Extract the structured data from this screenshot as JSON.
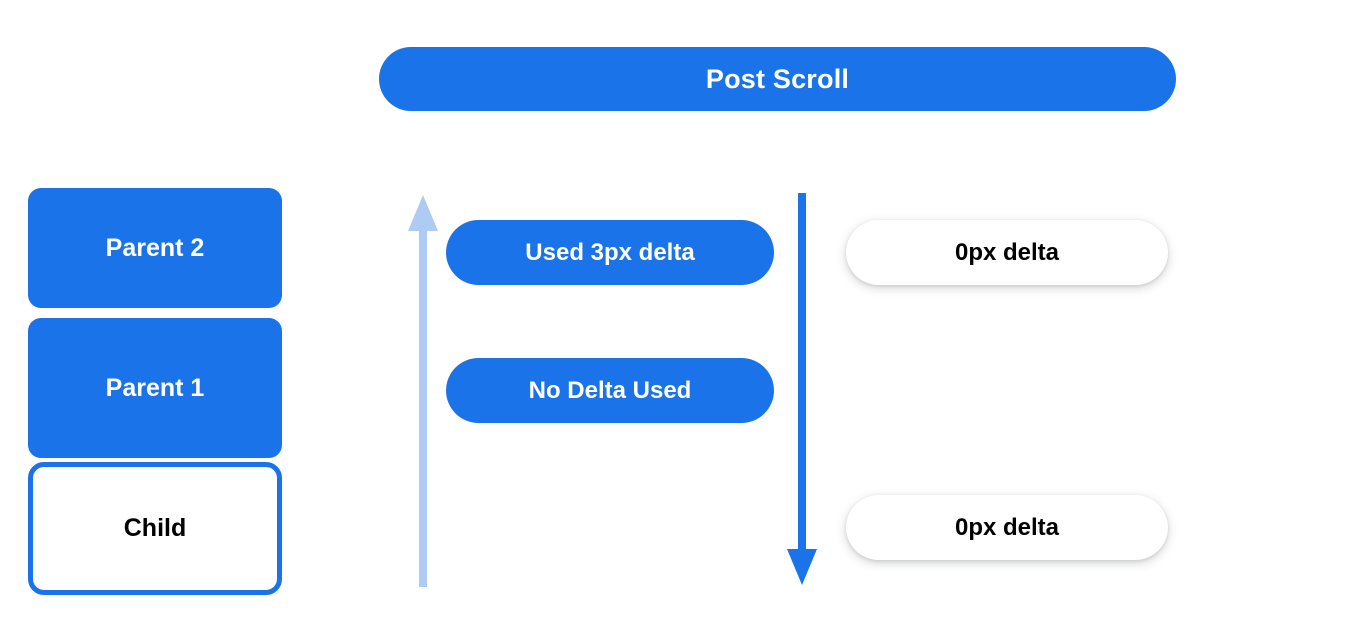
{
  "header": {
    "title": "Post Scroll"
  },
  "colors": {
    "primary_blue": "#1a73e8",
    "light_blue_arrow": "#aecbf4",
    "background": "#ffffff",
    "text_on_blue": "#ffffff",
    "text_dark": "#000000"
  },
  "left_column": {
    "boxes": [
      {
        "label": "Parent 2",
        "style": "filled"
      },
      {
        "label": "Parent 1",
        "style": "filled"
      },
      {
        "label": "Child",
        "style": "outlined"
      }
    ]
  },
  "middle_column": {
    "up_arrow": {
      "icon": "arrow-up-icon",
      "color": "#aecbf4",
      "direction": "up"
    },
    "down_arrow": {
      "icon": "arrow-down-icon",
      "color": "#1a73e8",
      "direction": "down"
    },
    "pills": [
      {
        "label": "Used 3px delta"
      },
      {
        "label": "No Delta Used"
      }
    ]
  },
  "right_column": {
    "pills": [
      {
        "label": "0px delta"
      },
      {
        "label": "0px delta"
      }
    ]
  }
}
